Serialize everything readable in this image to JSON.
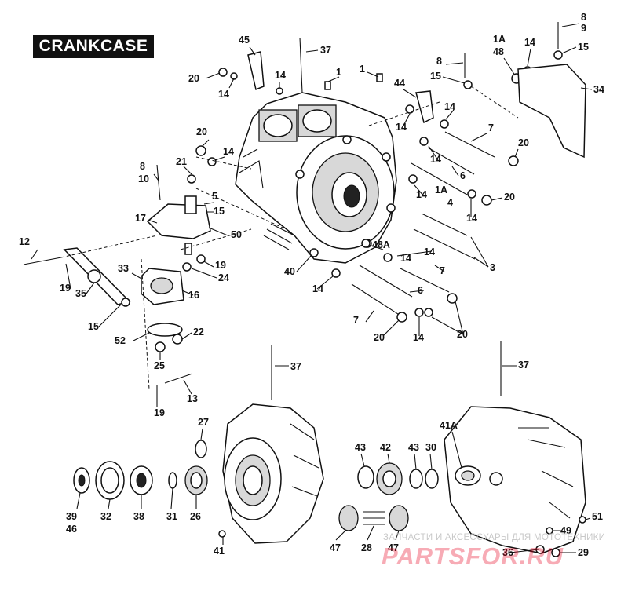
{
  "title": "CRANKCASE",
  "watermark": {
    "small": "ЗАПЧАСТИ И АКСЕССУАРЫ ДЛЯ МОТОТЕХНИКИ",
    "big": "PARTSFOR.RU"
  },
  "labels": {
    "l1": "45",
    "l2": "37",
    "l3": "20",
    "l4": "14",
    "l5": "14",
    "l6": "1",
    "l7": "1",
    "l8": "44",
    "l9": "8",
    "l10": "15",
    "l11": "1A",
    "l12": "48",
    "l13": "14",
    "l14": "8",
    "l15": "9",
    "l16": "15",
    "l17": "34",
    "l18": "14",
    "l19": "14",
    "l20": "7",
    "l21": "20",
    "l22": "14",
    "l23": "6",
    "l24": "1A",
    "l25": "4",
    "l26": "14",
    "l27": "14",
    "l28": "20",
    "l29": "20",
    "l30": "14",
    "l31": "8",
    "l32": "10",
    "l33": "21",
    "l34": "5",
    "l35": "15",
    "l36": "17",
    "l37": "50",
    "l38": "12",
    "l39": "48A",
    "l40": "14",
    "l41": "14",
    "l42": "3",
    "l43": "7",
    "l44": "33",
    "l45": "19",
    "l46": "24",
    "l47": "19",
    "l48": "35",
    "l49": "16",
    "l50": "40",
    "l51": "14",
    "l52": "6",
    "l53": "7",
    "l54": "20",
    "l55": "14",
    "l56": "20",
    "l57": "15",
    "l58": "52",
    "l59": "22",
    "l60": "25",
    "l61": "37",
    "l62": "37",
    "l63": "13",
    "l64": "19",
    "l65": "27",
    "l66": "41A",
    "l67": "43",
    "l68": "42",
    "l69": "43",
    "l70": "30",
    "l71": "39",
    "l72": "46",
    "l73": "32",
    "l74": "38",
    "l75": "31",
    "l76": "26",
    "l77": "47",
    "l78": "28",
    "l79": "47",
    "l80": "41",
    "l81": "51",
    "l82": "49",
    "l83": "36",
    "l84": "29"
  }
}
